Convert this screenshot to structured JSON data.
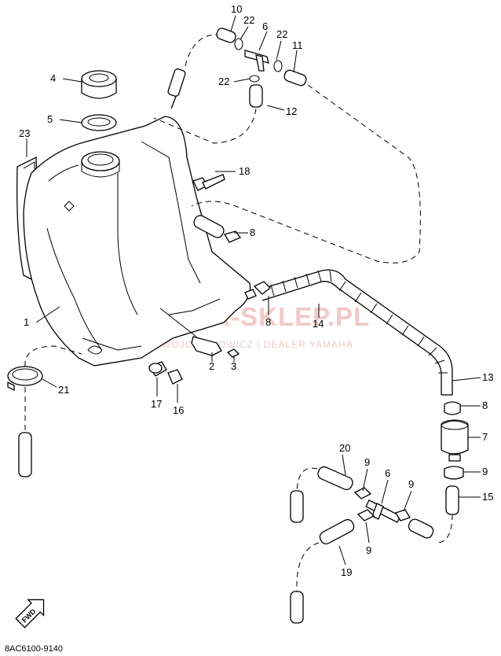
{
  "diagram_code": "8AC6100-9140",
  "watermark": {
    "brand": "YAMA-SKLEP.PL",
    "subtitle": "WOJCIECHOWICZ | DEALER YAMAHA",
    "color": "#f2c9c9"
  },
  "fwd_label": "FWD",
  "callouts": {
    "c1": "1",
    "c2": "2",
    "c3": "3",
    "c4": "4",
    "c5": "5",
    "c6a": "6",
    "c6b": "6",
    "c7": "7",
    "c8a": "8",
    "c8b": "8",
    "c8c": "8",
    "c9a": "9",
    "c9b": "9",
    "c9c": "9",
    "c9d": "9",
    "c10": "10",
    "c11": "11",
    "c12": "12",
    "c13": "13",
    "c14": "14",
    "c15": "15",
    "c16": "16",
    "c17": "17",
    "c18": "18",
    "c19": "19",
    "c20": "20",
    "c21": "21",
    "c22a": "22",
    "c22b": "22",
    "c22c": "22",
    "c23": "23"
  }
}
